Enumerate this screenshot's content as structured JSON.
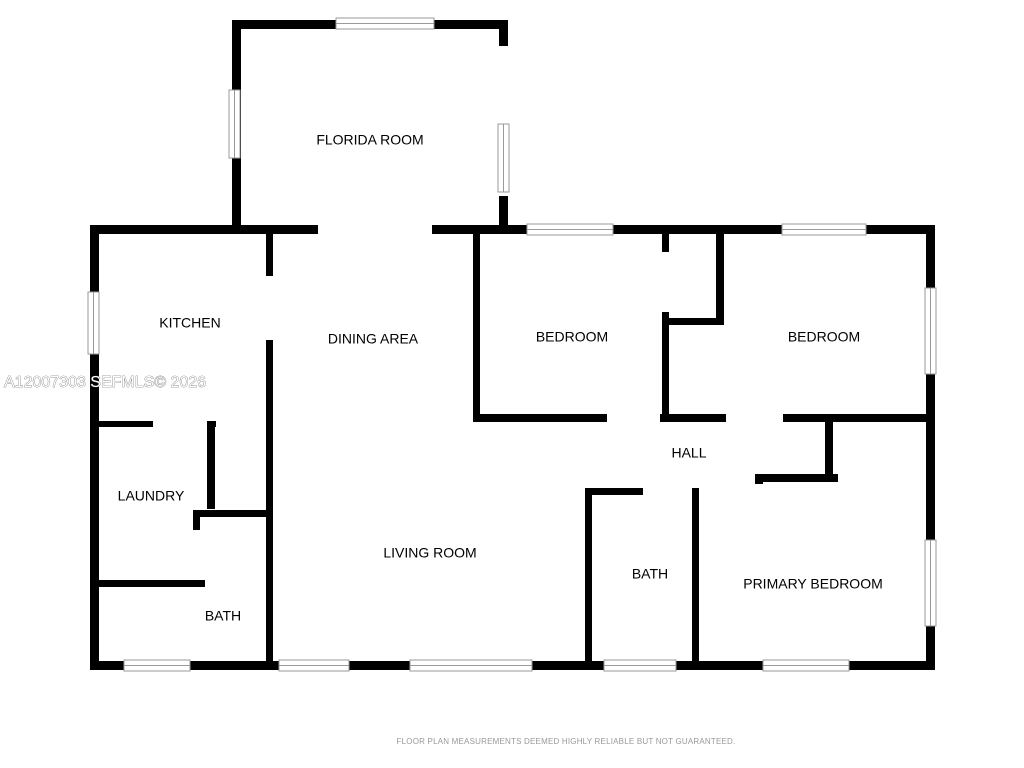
{
  "plan": {
    "wall_color": "#000000",
    "window_color": "#9a9a9a",
    "rooms": {
      "florida_room": "FLORIDA ROOM",
      "kitchen": "KITCHEN",
      "dining_area": "DINING AREA",
      "bedroom_1": "BEDROOM",
      "bedroom_2": "BEDROOM",
      "hall": "HALL",
      "laundry": "LAUNDRY",
      "living_room": "LIVING ROOM",
      "bath_1": "BATH",
      "bath_2": "BATH",
      "primary_bedroom": "PRIMARY BEDROOM"
    },
    "watermark": "A12007303  SEFMLS© 2026",
    "disclaimer": "FLOOR PLAN MEASUREMENTS DEEMED HIGHLY RELIABLE BUT NOT GUARANTEED."
  }
}
